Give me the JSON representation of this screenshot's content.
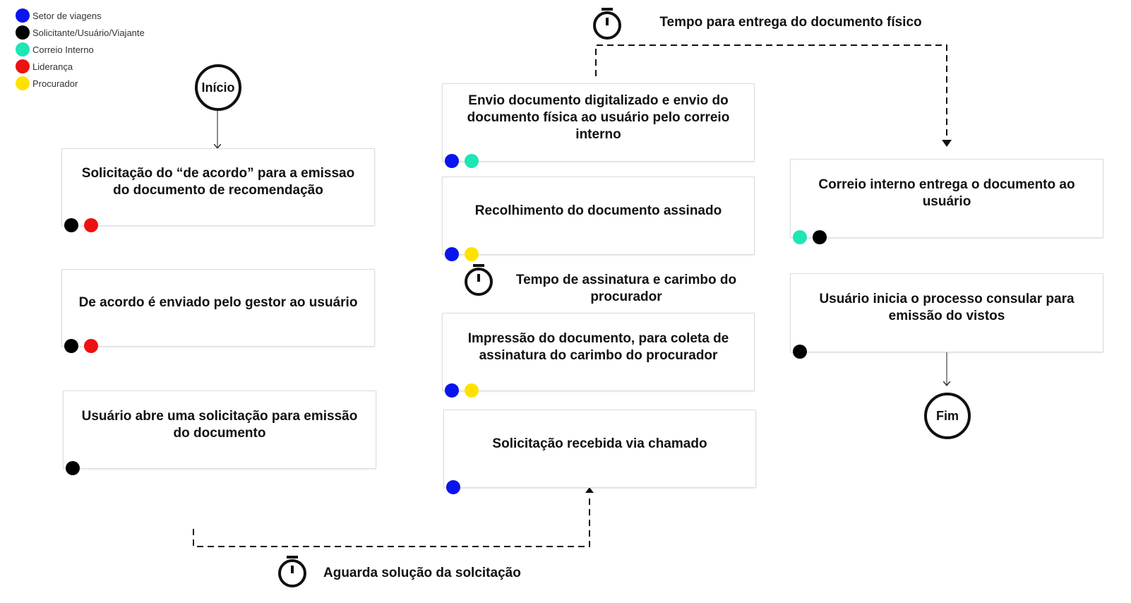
{
  "legend": [
    {
      "label": "Setor de viagens",
      "color": "#0a14ee"
    },
    {
      "label": "Solicitante/Usuário/Viajante",
      "color": "#000000"
    },
    {
      "label": "Correio Interno",
      "color": "#1ee6b4"
    },
    {
      "label": "Liderança",
      "color": "#ee1111"
    },
    {
      "label": "Procurador",
      "color": "#ffe200"
    }
  ],
  "start_label": "Início",
  "end_label": "Fim",
  "steps": {
    "s1": "Solicitação do “de acordo” para a emissao do documento de recomendação",
    "s2": "De acordo é enviado pelo gestor ao usuário",
    "s3": "Usuário abre uma solicitação para emissão do documento",
    "s4": "Envio documento digitalizado e envio do documento física ao usuário pelo correio interno",
    "s5": "Recolhimento do documento assinado",
    "s6": "Impressão do documento, para coleta de assinatura do carimbo do procurador",
    "s7": "Solicitação recebida via chamado",
    "s8": "Correio interno entrega o documento ao usuário",
    "s9": "Usuário inicia o processo consular para emissão do vistos"
  },
  "waits": {
    "w1": "Tempo para entrega do documento físico",
    "w2": "Tempo de assinatura e carimbo do procurador",
    "w3": "Aguarda solução da solcitação"
  },
  "colors": {
    "setor": "#0a14ee",
    "solicitante": "#000000",
    "correio": "#1ee6b4",
    "lideranca": "#ee1111",
    "procurador": "#ffe200"
  }
}
